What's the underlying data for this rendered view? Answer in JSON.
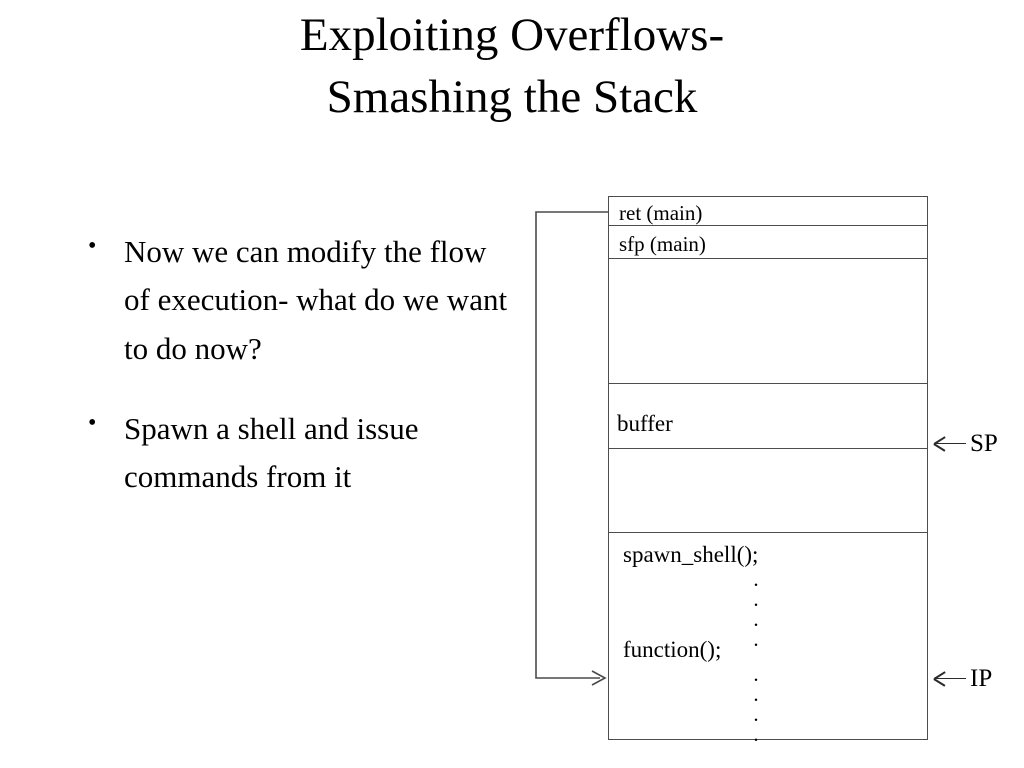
{
  "slide": {
    "title_line1": "Exploiting Overflows-",
    "title_line2": "Smashing the Stack",
    "bullet_marker": "•"
  },
  "bullets": [
    {
      "text": "Now we can modify the flow of execution- what do we want to do now?"
    },
    {
      "text": "Spawn a shell and issue commands from it"
    }
  ],
  "stack_diagram": {
    "cells": [
      {
        "label": "ret (main)"
      },
      {
        "label": "sfp (main)"
      },
      {
        "label": ""
      },
      {
        "label": "buffer"
      },
      {
        "label": ""
      }
    ],
    "code_cell": {
      "line1": "spawn_shell();",
      "dots1": "·",
      "line2": "function();",
      "dots2": "·"
    },
    "markers": [
      {
        "name": "SP",
        "label": "SP"
      },
      {
        "name": "IP",
        "label": "IP"
      }
    ],
    "connector": {
      "description": "arrow from ret (main) down to code cell"
    }
  },
  "colors": {
    "background": "#ffffff",
    "text": "#000000",
    "box_border": "#4d4d4d",
    "arrow": "#2b2b2b"
  }
}
